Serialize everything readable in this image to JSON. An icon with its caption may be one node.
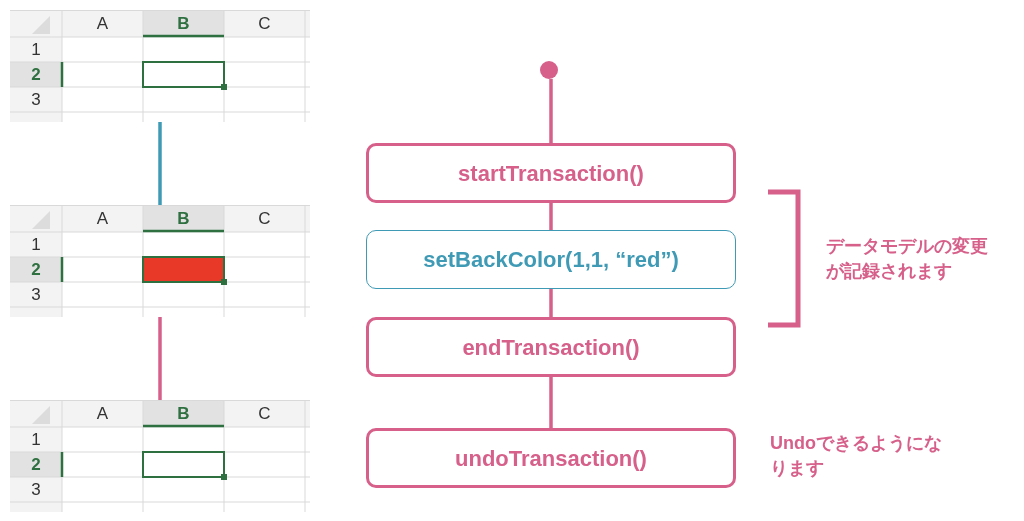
{
  "diagram": {
    "nodes": [
      {
        "text": [],
        "shape": "picture"
      },
      {
        "text": [],
        "shape": "picture"
      },
      {
        "text": [],
        "shape": "picture"
      },
      {
        "text": [],
        "shape": "circle"
      },
      {
        "text": [
          "startTransaction()"
        ]
      },
      {
        "text": [
          "setBackColor(1,1, “red”)"
        ]
      },
      {
        "text": [
          "endTransaction()"
        ]
      },
      {
        "text": [
          "undoTransaction()"
        ]
      }
    ],
    "edges": [
      {
        "from": 0,
        "to": 1,
        "arrow": "none",
        "color": "#3f9ab5"
      },
      {
        "from": 1,
        "to": 2,
        "arrow": "none"
      },
      {
        "from": 3,
        "to": 4,
        "arrow": "none"
      },
      {
        "from": 4,
        "to": 5,
        "arrow": "none"
      },
      {
        "from": 5,
        "to": 6,
        "arrow": "none"
      },
      {
        "from": 6,
        "to": 7,
        "arrow": "none"
      }
    ],
    "labels": [
      "A",
      "B",
      "C",
      "1",
      "2",
      "3",
      "A",
      "B",
      "C",
      "1",
      "2",
      "3",
      "A",
      "B",
      "C",
      "1",
      "2",
      "3",
      "データモデルの変更が記録されます",
      "Undoできるようになります"
    ]
  }
}
